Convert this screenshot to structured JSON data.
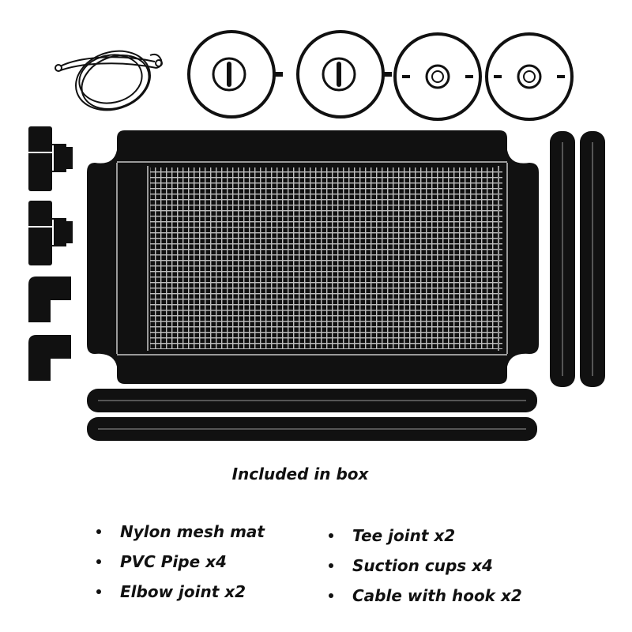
{
  "heading": "Included in box",
  "items_left": [
    "Nylon mesh mat",
    "PVC Pipe x4",
    "Elbow joint x2"
  ],
  "items_right": [
    "Tee joint x2",
    "Suction cups x4",
    "Cable with hook x2"
  ],
  "illustration": {
    "parts": [
      "cable-with-hook",
      "suction-cup",
      "suction-cup",
      "suction-cup",
      "suction-cup",
      "tee-joint",
      "tee-joint",
      "elbow-joint",
      "elbow-joint",
      "nylon-mesh-mat",
      "pvc-pipe",
      "pvc-pipe",
      "pvc-pipe",
      "pvc-pipe"
    ],
    "fill_color": "#000000",
    "background": "#ffffff"
  }
}
